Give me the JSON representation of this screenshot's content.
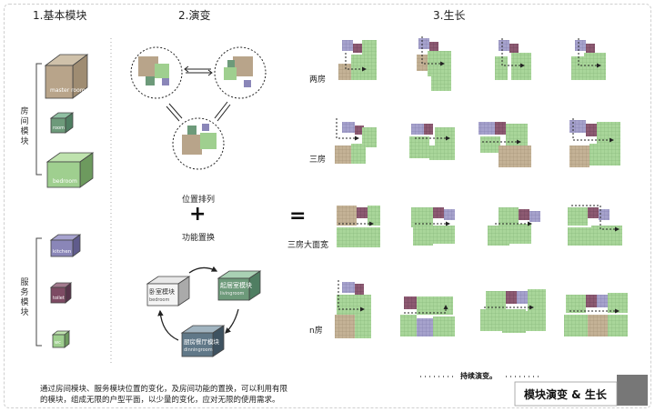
{
  "sections": {
    "module": "1.基本模块",
    "evolution": "2.演变",
    "growth": "3.生长"
  },
  "room_modules": {
    "group_label": "房间模块",
    "boxes": [
      "master room",
      "room",
      "bedroom"
    ]
  },
  "service_modules": {
    "group_label": "服务模块",
    "boxes": [
      "kitchen",
      "toilet",
      "wc"
    ]
  },
  "evolution": {
    "arrange_label": "位置排列",
    "plus": "+",
    "swap_label": "功能置换",
    "cycle_boxes": [
      "卧室模块",
      "起居室模块",
      "厨房餐厅模块"
    ],
    "cycle_box_tags": [
      "bedroom",
      "livingroom",
      "dinningroom"
    ]
  },
  "equals": "=",
  "growth": {
    "rows": [
      "两房",
      "三房",
      "三房大面宽",
      "n房"
    ]
  },
  "footer": {
    "continuous": "持续演变。",
    "main_title": "模块演变 & 生长",
    "description_line1": "通过房间模块、服务模块位置的变化，及房间功能的置换，可以利用有限",
    "description_line2": "的模块，组成无限的户型平面，以少量的变化，应对无限的使用需求。"
  },
  "colors": {
    "tan": "#b8a48a",
    "green": "#9fcf8f",
    "dark_green": "#6d9a72",
    "purple": "#8a86b8",
    "maroon": "#7d4b63",
    "blue_grey": "#607888",
    "grey": "#6e6e6e"
  }
}
